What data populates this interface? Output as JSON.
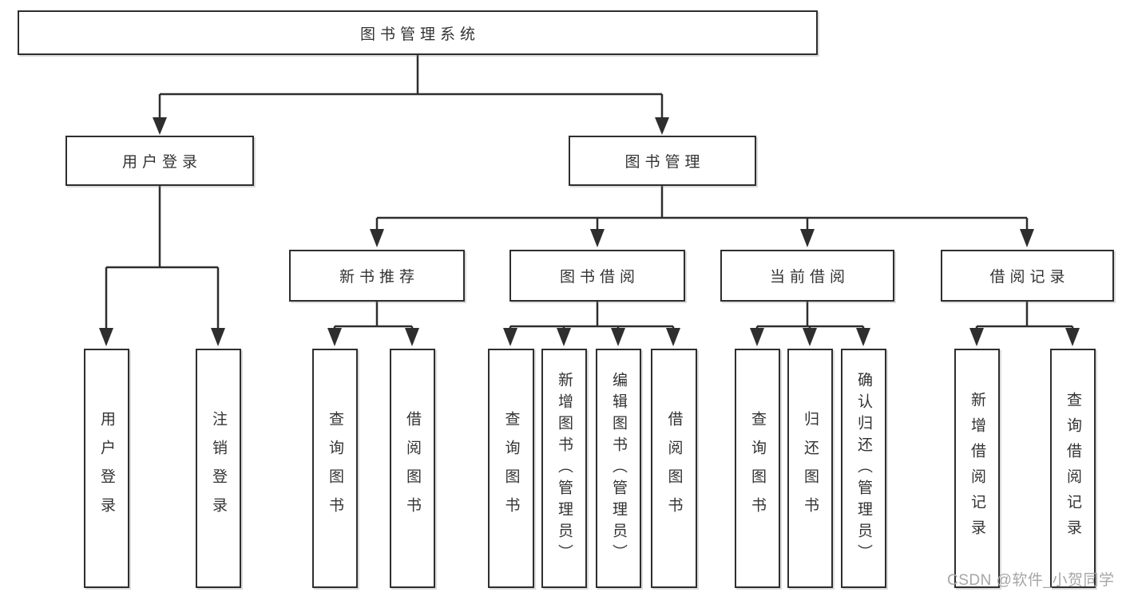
{
  "diagram": {
    "title": "图书管理系统",
    "line_color": "#2e2e2e",
    "text_color": "#333333",
    "background": "#ffffff",
    "nodes": {
      "root": "图书管理系统",
      "level2": [
        "用户登录",
        "图书管理"
      ],
      "level3": [
        "新书推荐",
        "图书借阅",
        "当前借阅",
        "借阅记录"
      ],
      "leaves": [
        "用户登录",
        "注销登录",
        "查询图书",
        "借阅图书",
        "查询图书",
        "新增图书（管理员）",
        "编辑图书（管理员）",
        "借阅图书",
        "查询图书",
        "归还图书",
        "确认归还（管理员）",
        "新增借阅记录",
        "查询借阅记录"
      ]
    },
    "hierarchy": {
      "图书管理系统": [
        "用户登录",
        "图书管理"
      ],
      "用户登录": [
        "用户登录",
        "注销登录"
      ],
      "图书管理": [
        "新书推荐",
        "图书借阅",
        "当前借阅",
        "借阅记录"
      ],
      "新书推荐": [
        "查询图书",
        "借阅图书"
      ],
      "图书借阅": [
        "查询图书",
        "新增图书（管理员）",
        "编辑图书（管理员）",
        "借阅图书"
      ],
      "当前借阅": [
        "查询图书",
        "归还图书",
        "确认归还（管理员）"
      ],
      "借阅记录": [
        "新增借阅记录",
        "查询借阅记录"
      ]
    }
  },
  "watermark": {
    "text": "CSDN @软件_小贺同学",
    "color": "#a6a6a6"
  }
}
